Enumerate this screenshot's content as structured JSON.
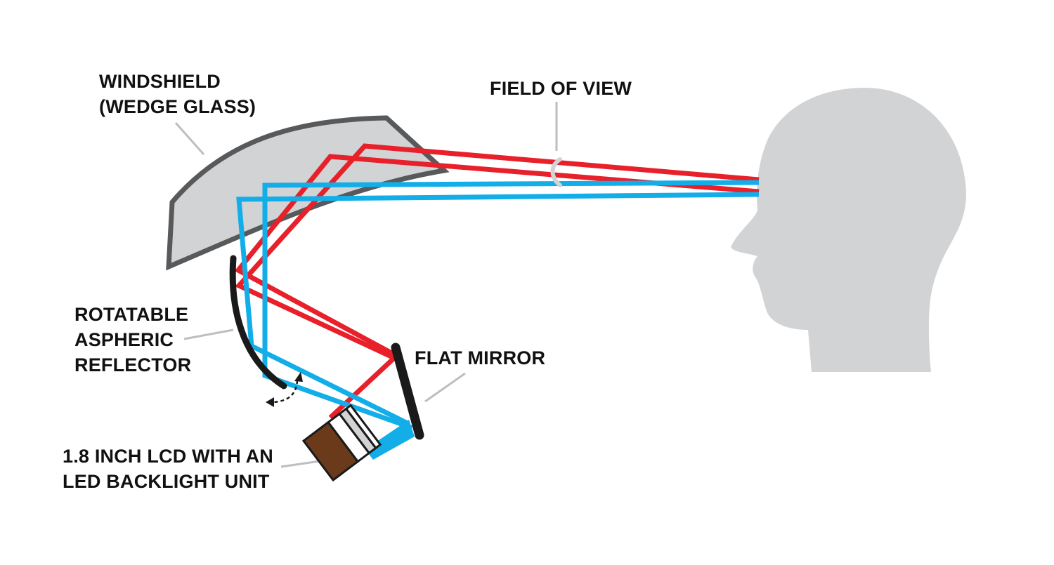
{
  "labels": {
    "windshield": [
      "WINDSHIELD",
      "(WEDGE GLASS)"
    ],
    "field_of_view": "FIELD OF VIEW",
    "reflector": [
      "ROTATABLE",
      "ASPHERIC",
      "REFLECTOR"
    ],
    "flat_mirror": "FLAT MIRROR",
    "lcd": [
      "1.8 INCH LCD WITH AN",
      "LED BACKLIGHT UNIT"
    ]
  },
  "colors": {
    "red_beam": "#e8202a",
    "blue_beam": "#13aee8",
    "windshield_fill": "#d1d3d4",
    "windshield_outline": "#58595b",
    "head": "#d1d3d4",
    "leader_line": "#bcbec0",
    "reflector": "#1a1a1a",
    "mirror": "#1a1a1a",
    "lcd_backlight": "#6b3a1a",
    "lcd_panel": "#d1d3d4",
    "text": "#111111"
  }
}
